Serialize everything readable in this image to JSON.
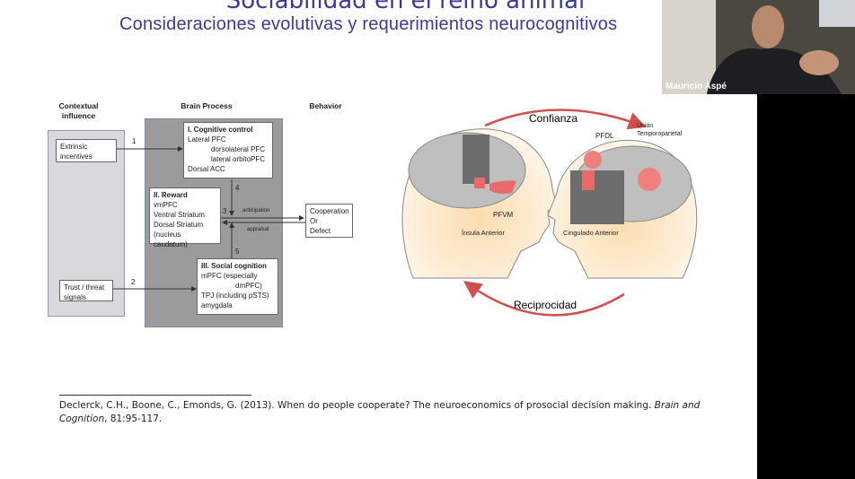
{
  "slide": {
    "title": "Sociabilidad en el reino animal",
    "subtitle": "Consideraciones evolutivas y requerimientos neurocognitivos",
    "diagram": {
      "headers": {
        "context": "Contextual influence",
        "brain": "Brain Process",
        "behavior": "Behavior"
      },
      "extrinsic": "Extrinsic incentives",
      "trust": "Trust  / threat signals",
      "cognitive": {
        "title": "I. Cognitive control",
        "lines": [
          "Lateral PFC",
          "dorsolateral PFC",
          "lateral orbitoPFC",
          "Dorsal ACC"
        ]
      },
      "reward": {
        "title": "II. Reward",
        "lines": [
          "vmPFC",
          "Ventral Striatum",
          "Dorsal Striatum",
          "(nucleus caudatum)"
        ]
      },
      "social": {
        "title": "III. Social cognition",
        "lines": [
          "mPFC (especially",
          "dmPFC)",
          "TPJ (including pSTS)",
          "amygdala"
        ]
      },
      "behavior": [
        "Cooperation",
        "Or",
        "Defect"
      ],
      "arrows": {
        "n1": "1",
        "n2": "2",
        "n3": "3",
        "n4": "4",
        "n5": "5",
        "anticipation": "anticipation",
        "appraisal": "appraisal"
      }
    },
    "figure": {
      "confianza": "Confianza",
      "reciprocidad": "Reciprocidad",
      "pfdl": "PFDL",
      "union": "Unión",
      "temporoparietal": "Temporoparietal",
      "pfvm": "PFVM",
      "insula": "Ínsula Anterior",
      "cingulado": "Cingulado Anterior"
    },
    "citation": {
      "authors": "Declerck, C.H., Boone, C., Emonds, G. (2013). When do people cooperate? The neuroeconomics of prosocial decision making. ",
      "journal": "Brain and Cognition",
      "rest": ", 81:95-117."
    }
  },
  "video": {
    "participant_name": "Mauricio Aspé"
  }
}
